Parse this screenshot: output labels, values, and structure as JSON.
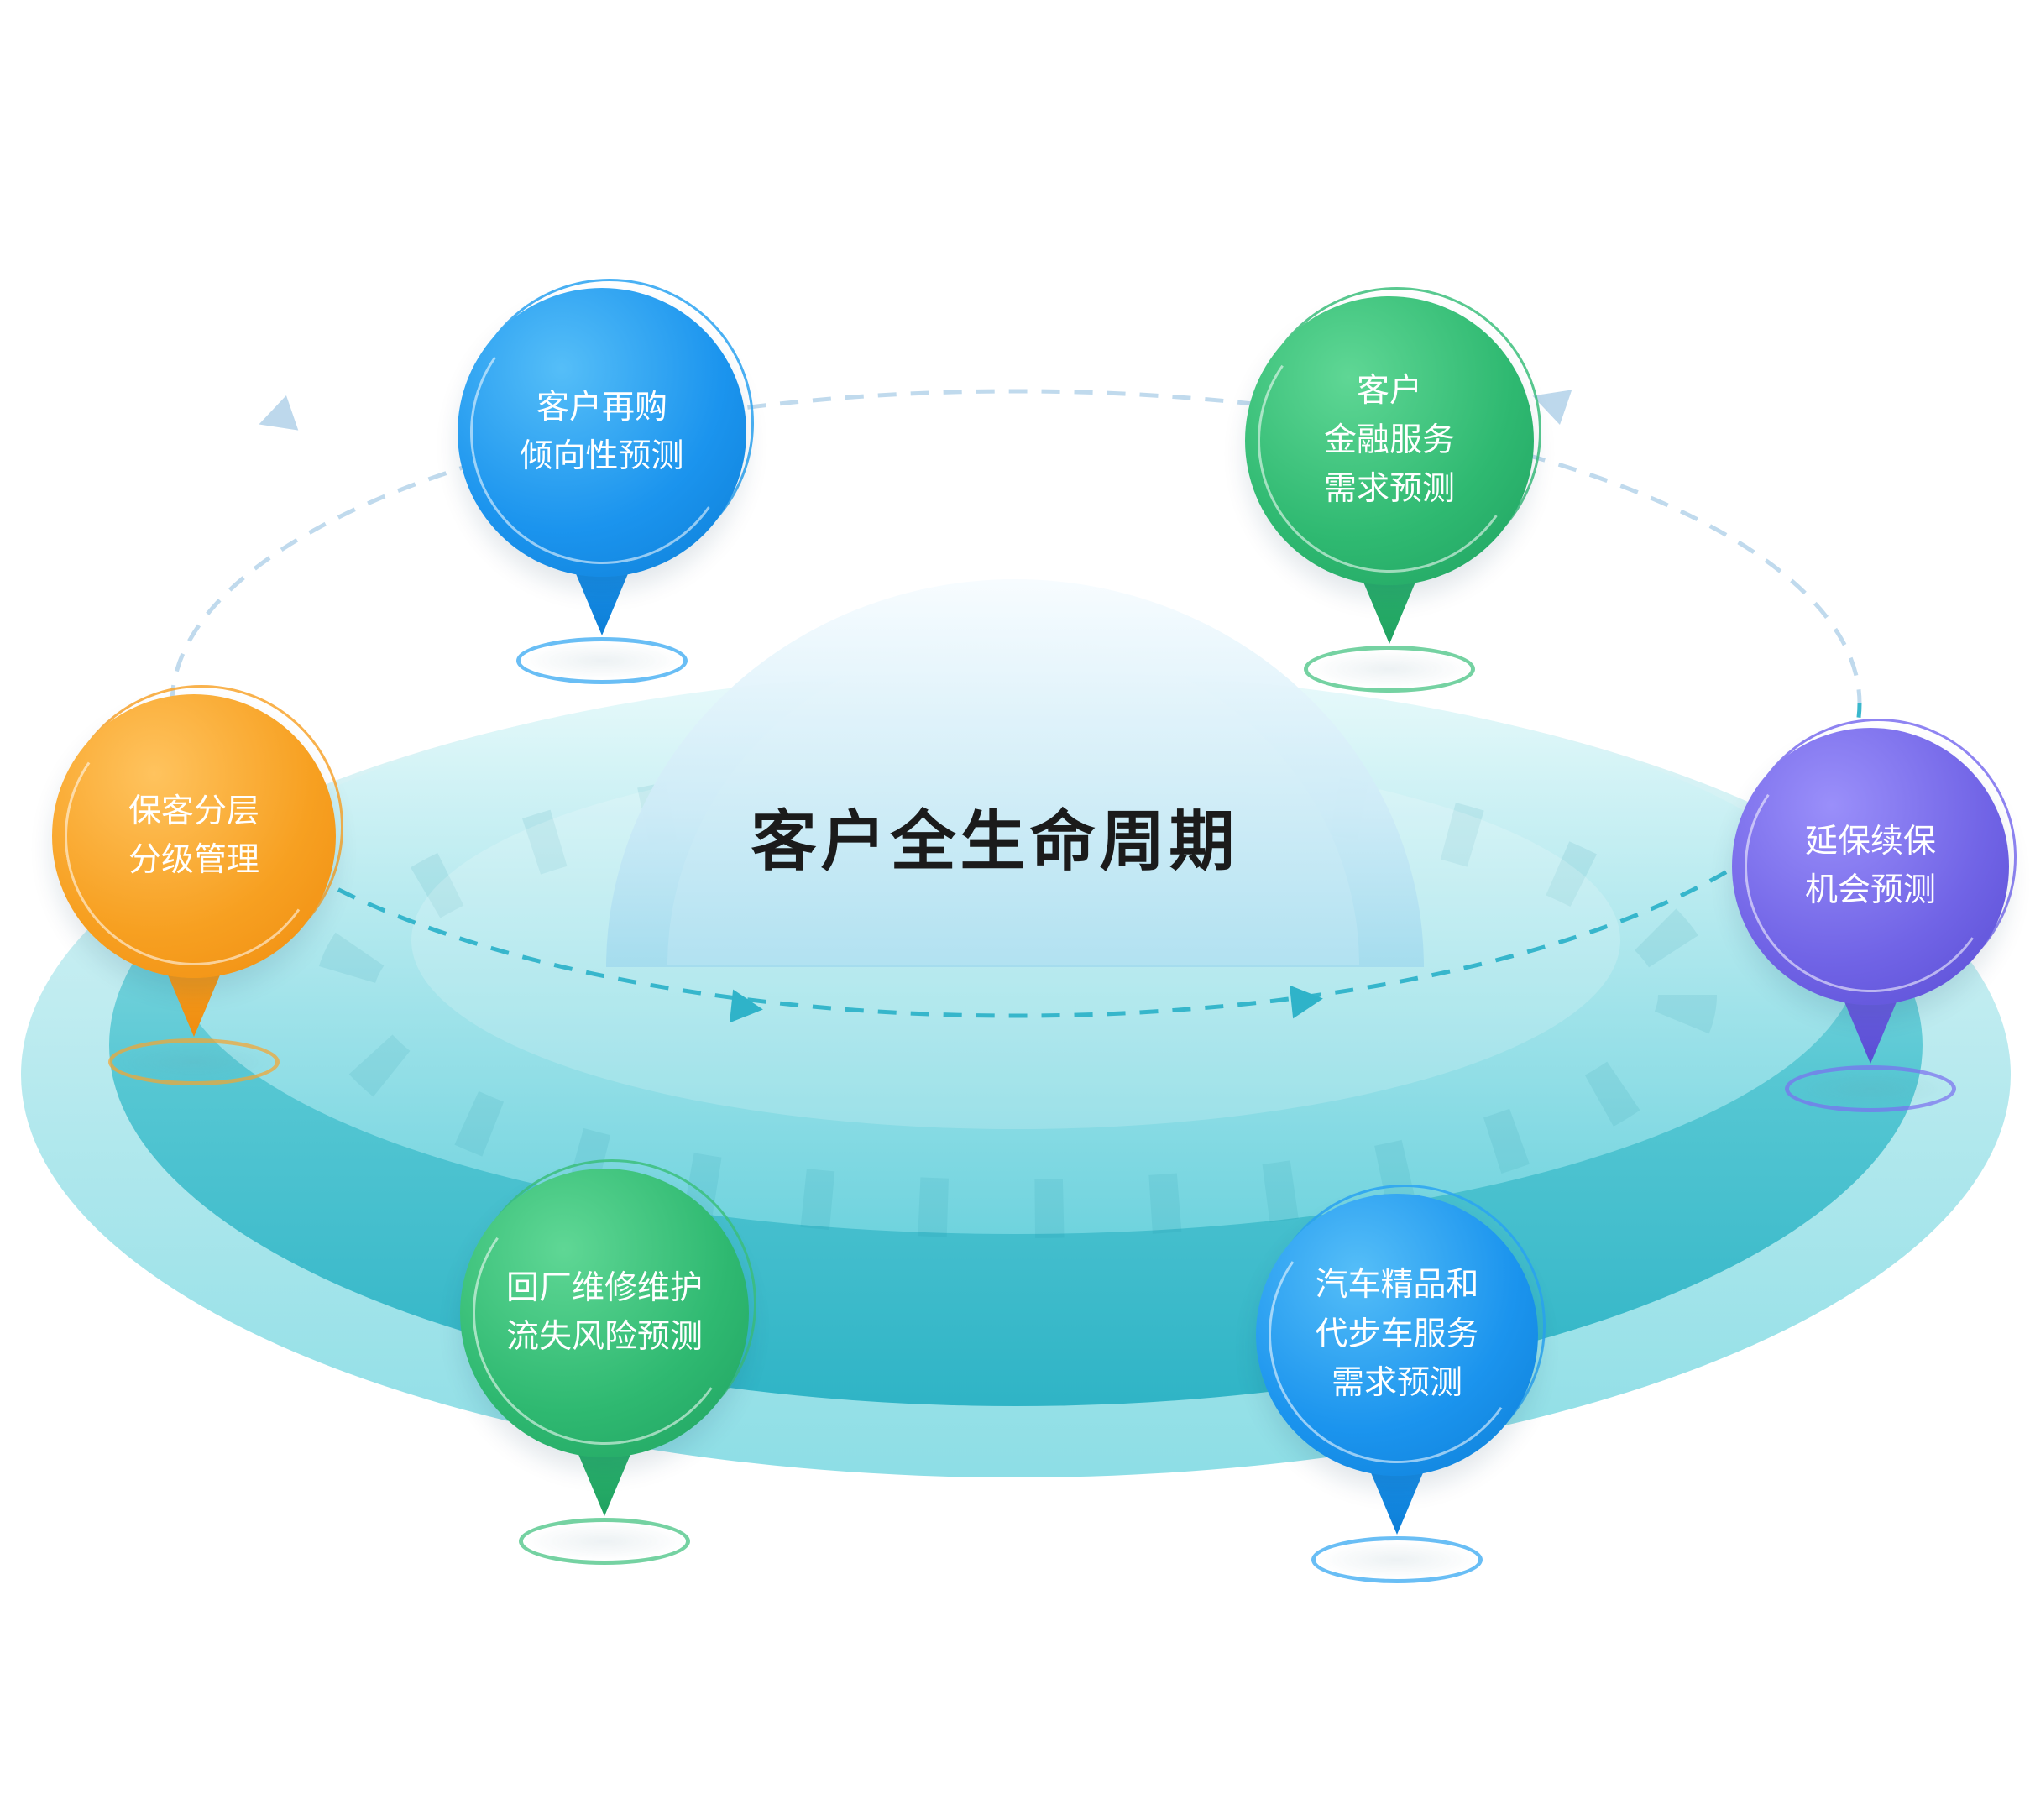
{
  "title": {
    "text": "客户全生命周期"
  },
  "nodes": {
    "repurchase": {
      "lines": [
        "客户再购",
        "倾向性预测"
      ],
      "color": "#1b94ee"
    },
    "finance": {
      "lines": [
        "客户",
        "金融服务",
        "需求预测"
      ],
      "color": "#2fb971"
    },
    "tiering": {
      "lines": [
        "保客分层",
        "分级管理"
      ],
      "color": "#f7a021"
    },
    "warranty": {
      "lines": [
        "延保续保",
        "机会预测"
      ],
      "color": "#7164e6"
    },
    "repair": {
      "lines": [
        "回厂维修维护",
        "流失风险预测"
      ],
      "color": "#2fb971"
    },
    "accessory": {
      "lines": [
        "汽车精品和",
        "代步车服务",
        "需求预测"
      ],
      "color": "#1b94ee"
    }
  },
  "orbit": {
    "color": "#2fb3c9",
    "light_color": "#bdd8ec",
    "direction": "clockwise"
  },
  "platform": {
    "color": "#4fc6d2"
  }
}
